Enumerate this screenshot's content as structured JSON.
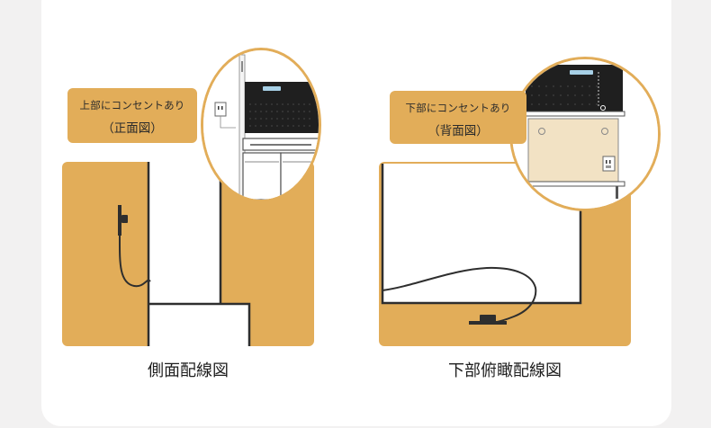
{
  "left": {
    "callout_line1": "上部にコンセントあり",
    "callout_line2": "（正面図）",
    "caption": "側面配線図"
  },
  "right": {
    "callout_line1": "下部にコンセントあり",
    "callout_line2": "（背面図）",
    "caption": "下部俯瞰配線図"
  },
  "colors": {
    "panel": "#e2ad59",
    "cable": "#2e2e2e",
    "cabinet_back": "#f2e2c4",
    "pegboard": "#1f1f1f",
    "background": "#f2f1f1"
  },
  "icons": [
    "power-outlet-icon",
    "power-adapter-icon",
    "led-light-bar-icon"
  ]
}
